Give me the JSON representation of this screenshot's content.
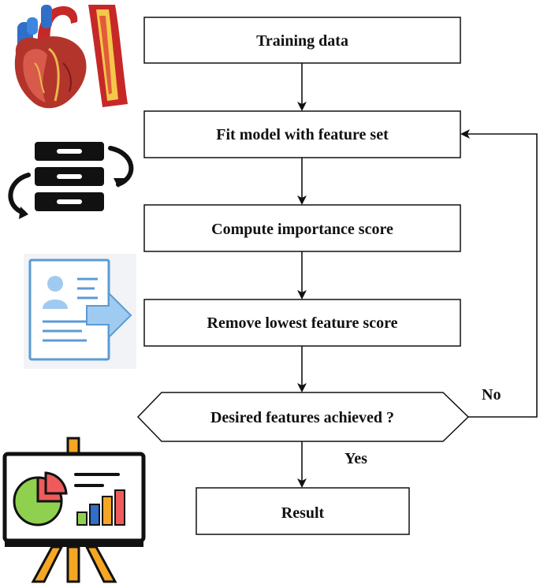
{
  "nodes": {
    "training_data": "Training data",
    "fit_model": "Fit model with feature set",
    "compute_score": "Compute importance score",
    "remove_lowest": "Remove lowest feature score",
    "desired_features": "Desired features achieved ?",
    "result": "Result"
  },
  "edges": {
    "no_label": "No",
    "yes_label": "Yes"
  },
  "icons": [
    "heart-artery-icon",
    "stacked-servers-cycle-icon",
    "document-arrow-icon",
    "presentation-chart-icon"
  ],
  "colors": {
    "stroke": "#111111",
    "doc_blue": "#5b9bd5",
    "doc_arrow": "#9fcbf0",
    "pie_green": "#8fd14f",
    "pie_red": "#ef5b5b",
    "easel_orange": "#f5a623"
  }
}
